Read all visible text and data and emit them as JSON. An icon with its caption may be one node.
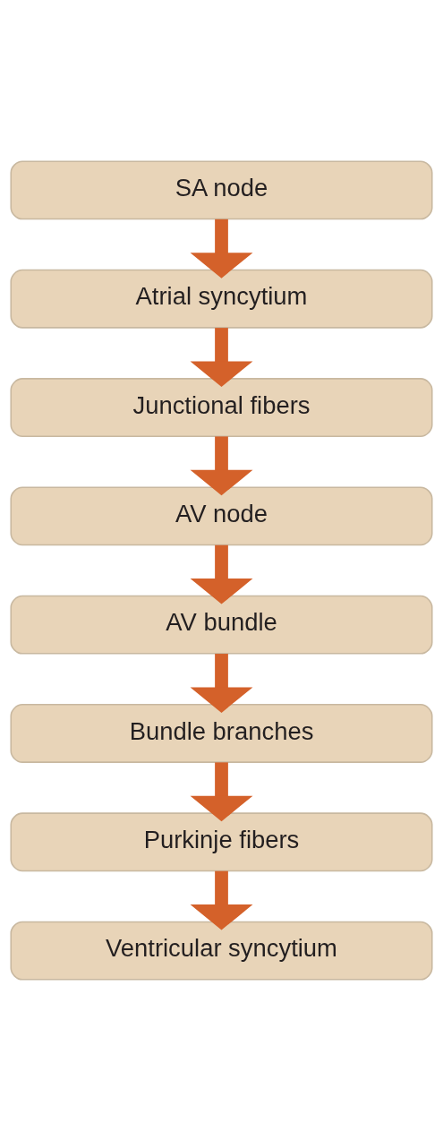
{
  "diagram": {
    "nodes": [
      {
        "text": [
          "SA node"
        ]
      },
      {
        "text": [
          "Atrial syncytium"
        ]
      },
      {
        "text": [
          "Junctional fibers"
        ]
      },
      {
        "text": [
          "AV node"
        ]
      },
      {
        "text": [
          "AV bundle"
        ]
      },
      {
        "text": [
          "Bundle branches"
        ]
      },
      {
        "text": [
          "Purkinje fibers"
        ]
      },
      {
        "text": [
          "Ventricular syncytium"
        ]
      }
    ],
    "edges": [
      {
        "from": 0,
        "to": 1,
        "arrow": "to"
      },
      {
        "from": 1,
        "to": 2,
        "arrow": "to"
      },
      {
        "from": 2,
        "to": 3,
        "arrow": "to"
      },
      {
        "from": 3,
        "to": 4,
        "arrow": "to"
      },
      {
        "from": 4,
        "to": 5,
        "arrow": "to"
      },
      {
        "from": 5,
        "to": 6,
        "arrow": "to"
      },
      {
        "from": 6,
        "to": 7,
        "arrow": "to"
      }
    ]
  }
}
